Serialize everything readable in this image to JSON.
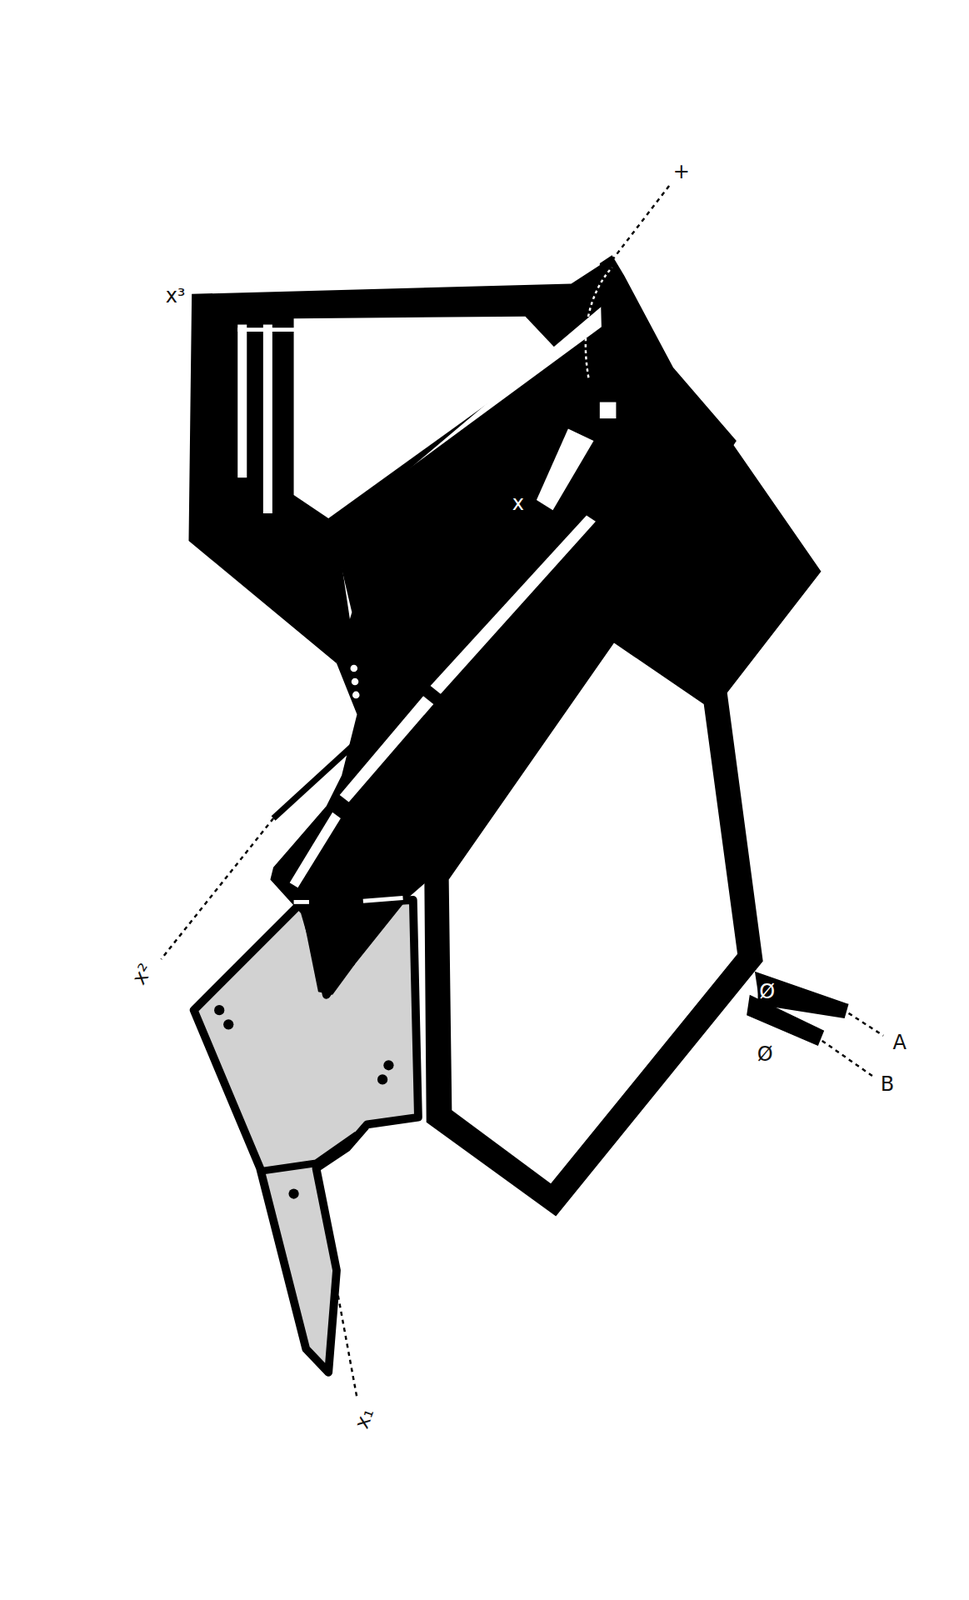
{
  "diagram": {
    "labels": [
      "+",
      "x³",
      "x",
      "x²",
      "Ø",
      "A",
      "Ø",
      "B",
      "x₁"
    ]
  }
}
